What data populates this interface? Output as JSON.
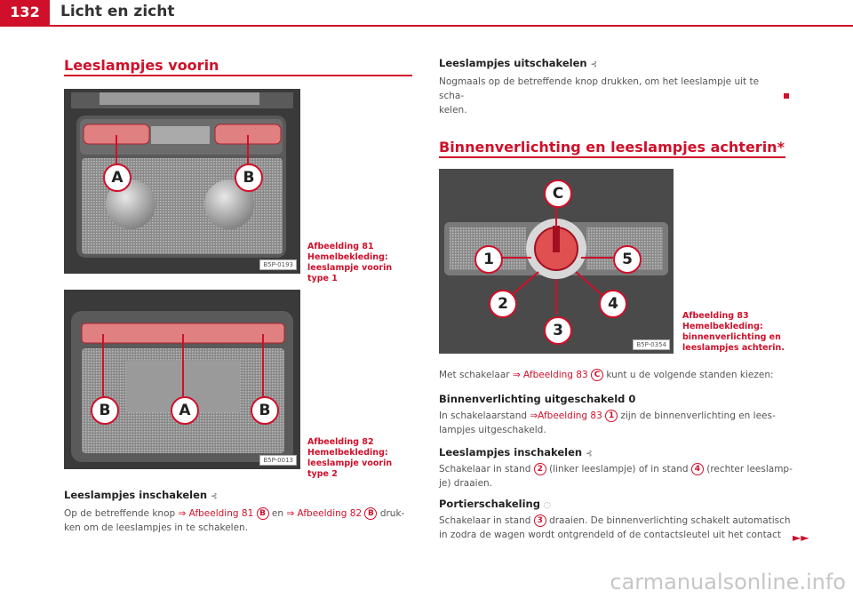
{
  "header": {
    "page_number": "132",
    "title": "Licht en zicht"
  },
  "left": {
    "section_title": "Leeslampjes voorin",
    "fig81": {
      "caption": "Afbeelding 81  Hemelbekleding: leeslampje voorin type 1",
      "code": "B5P-0193",
      "callout_a": "A",
      "callout_b": "B"
    },
    "fig82": {
      "caption": "Afbeelding 82  Hemelbekleding: leeslampje voorin type 2",
      "code": "B5P-0013",
      "callout_b1": "B",
      "callout_a": "A",
      "callout_b2": "B"
    },
    "sub1": "Leeslampjes inschakelen",
    "p1_pre": "Op de betreffende knop ",
    "p1_ref1": "⇒ Afbeelding 81",
    "p1_c1": "B",
    "p1_mid": " en ",
    "p1_ref2": "⇒ Afbeelding 82",
    "p1_c2": "B",
    "p1_post": " druk-",
    "p1_line2": "ken om de leeslampjes in te schakelen."
  },
  "right": {
    "sub_off": "Leeslampjes uitschakelen",
    "p_off_line1": "Nogmaals op de betreffende knop drukken, om het leeslampje uit te scha-",
    "p_off_line2": "kelen.",
    "section_title": "Binnenverlichting en leeslampjes achterin*",
    "fig83": {
      "caption": "Afbeelding 83  Hemelbekleding: binnenverlichting en leeslampjes achterin.",
      "code": "B5P-0354",
      "c1": "1",
      "c2": "2",
      "c3": "3",
      "c4": "4",
      "c5": "5",
      "cC": "C"
    },
    "intro_pre": "Met schakelaar ",
    "intro_ref": "⇒ Afbeelding 83",
    "intro_c": "C",
    "intro_post": " kunt u de volgende standen kiezen:",
    "sub_b": "Binnenverlichting uitgeschakeld 0",
    "p_b_pre": "In schakelaarstand ",
    "p_b_ref": "⇒Afbeelding 83",
    "p_b_c": "1",
    "p_b_post": " zijn de binnenverlichting en lees-",
    "p_b_line2": "lampjes uitgeschakeld.",
    "sub_l": "Leeslampjes inschakelen",
    "p_l_pre": "Schakelaar in stand ",
    "p_l_c1": "2",
    "p_l_mid": " (linker leeslampje) of in stand ",
    "p_l_c2": "4",
    "p_l_post": " (rechter leeslamp-",
    "p_l_line2": "je) draaien.",
    "sub_p": "Portierschakeling",
    "p_p_pre": "Schakelaar in stand ",
    "p_p_c": "3",
    "p_p_post": " draaien. De binnenverlichting schakelt automatisch",
    "p_p_line2": "in zodra de wagen wordt ontgrendeld of de contactsleutel uit het contact"
  },
  "watermark": "carmanualsonline.info",
  "colors": {
    "accent": "#d0102a"
  }
}
